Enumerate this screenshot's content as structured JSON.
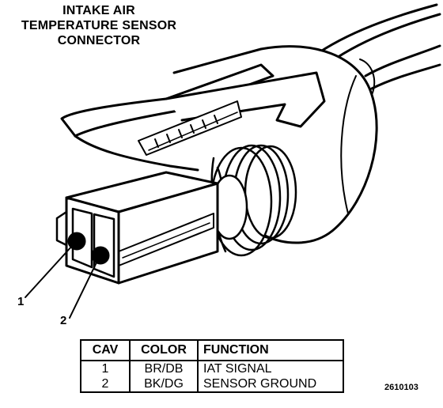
{
  "title_lines": [
    "INTAKE AIR",
    "TEMPERATURE SENSOR",
    "CONNECTOR"
  ],
  "callouts": {
    "cavity_1": "1",
    "cavity_2": "2"
  },
  "pinout_table": {
    "headers": {
      "cav": "CAV",
      "color": "COLOR",
      "function": "FUNCTION"
    },
    "rows": [
      {
        "cav": "1",
        "color": "BR/DB",
        "function": "IAT SIGNAL"
      },
      {
        "cav": "2",
        "color": "BK/DG",
        "function": "SENSOR GROUND"
      }
    ]
  },
  "figure_id": "2610103",
  "colors": {
    "ink": "#000000",
    "paper": "#ffffff"
  }
}
